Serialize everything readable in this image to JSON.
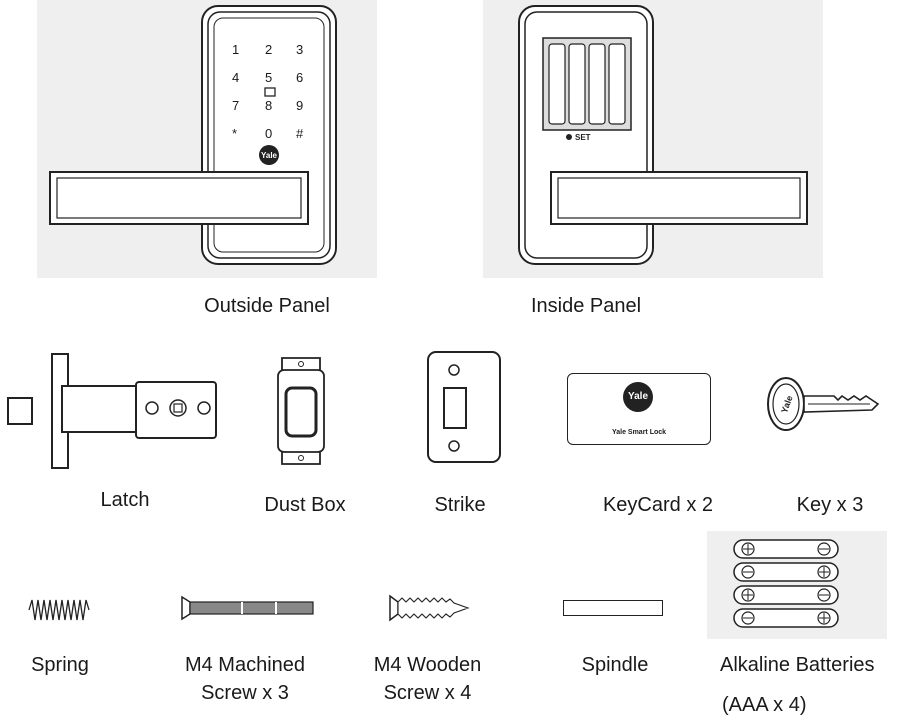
{
  "outside_panel": {
    "label": "Outside Panel",
    "keypad": [
      "1",
      "2",
      "3",
      "4",
      "5",
      "6",
      "7",
      "8",
      "9",
      "*",
      "0",
      "#"
    ],
    "logo": "Yale"
  },
  "inside_panel": {
    "label": "Inside Panel",
    "set_label": "SET"
  },
  "parts": {
    "latch": "Latch",
    "dust_box": "Dust Box",
    "strike": "Strike",
    "keycard": {
      "label": "KeyCard x 2",
      "logo": "Yale",
      "caption": "Yale Smart Lock"
    },
    "key": {
      "label": "Key x 3",
      "logo": "Yale"
    },
    "spring": "Spring",
    "machined_screw": {
      "line1": "M4 Machined",
      "line2": "Screw x 3"
    },
    "wooden_screw": {
      "line1": "M4 Wooden",
      "line2": "Screw x 4"
    },
    "spindle": "Spindle",
    "batteries": {
      "line1": "Alkaline Batteries",
      "line2": "(AAA x 4)"
    }
  }
}
